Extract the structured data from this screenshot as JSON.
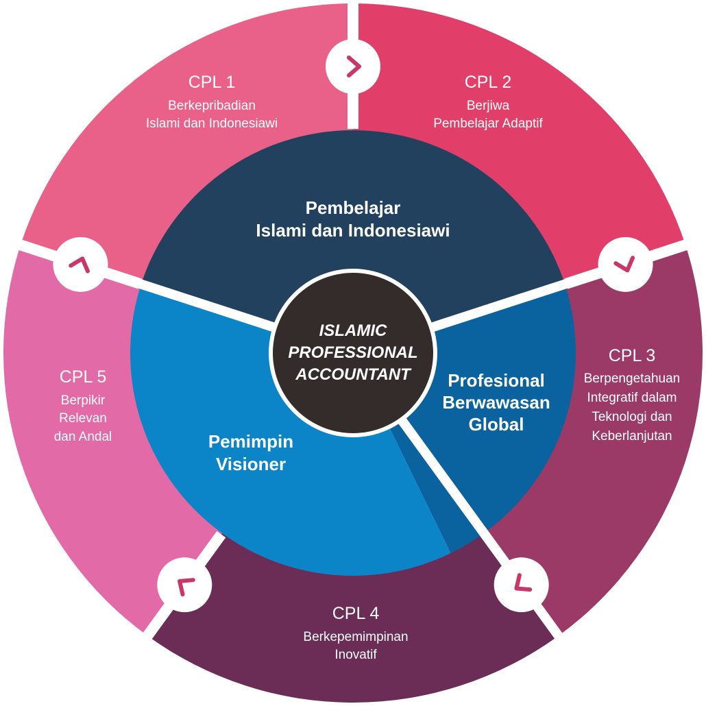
{
  "center": {
    "lines": [
      "ISLAMIC",
      "PROFESSIONAL",
      "ACCOUNTANT"
    ]
  },
  "inner": [
    {
      "lines": [
        "Pembelajar",
        "Islami dan Indonesiawi"
      ]
    },
    {
      "lines": [
        "Profesional",
        "Berwawasan",
        "Global"
      ]
    },
    {
      "lines": [
        "Pemimpin",
        "Visioner"
      ]
    }
  ],
  "outer": [
    {
      "title": "CPL 1",
      "lines": [
        "Berkepribadian",
        "Islami dan Indonesiawi"
      ],
      "color": "#E96189"
    },
    {
      "title": "CPL 2",
      "lines": [
        "Berjiwa",
        "Pembelajar Adaptif"
      ],
      "color": "#E23E6A"
    },
    {
      "title": "CPL 3",
      "lines": [
        "Berpengetahuan",
        "Integratif dalam",
        "Teknologi dan",
        "Keberlanjutan"
      ],
      "color": "#9B3A67"
    },
    {
      "title": "CPL 4",
      "lines": [
        "Berkepemimpinan",
        "Inovatif"
      ],
      "color": "#6B2D55"
    },
    {
      "title": "CPL 5",
      "lines": [
        "Berpikir",
        "Relevan",
        "dan Andal"
      ],
      "color": "#E26AA7"
    }
  ],
  "colors": {
    "inner_top": "#22415E",
    "inner_right": "#0A639E",
    "inner_left": "#0B85C8",
    "core": "#332C2B",
    "arrow_mark": "#C8366A"
  },
  "icons": [
    "arrow-right-icon",
    "arrow-down-icon",
    "arrow-down-left-icon",
    "arrow-up-left-icon",
    "arrow-up-icon"
  ]
}
